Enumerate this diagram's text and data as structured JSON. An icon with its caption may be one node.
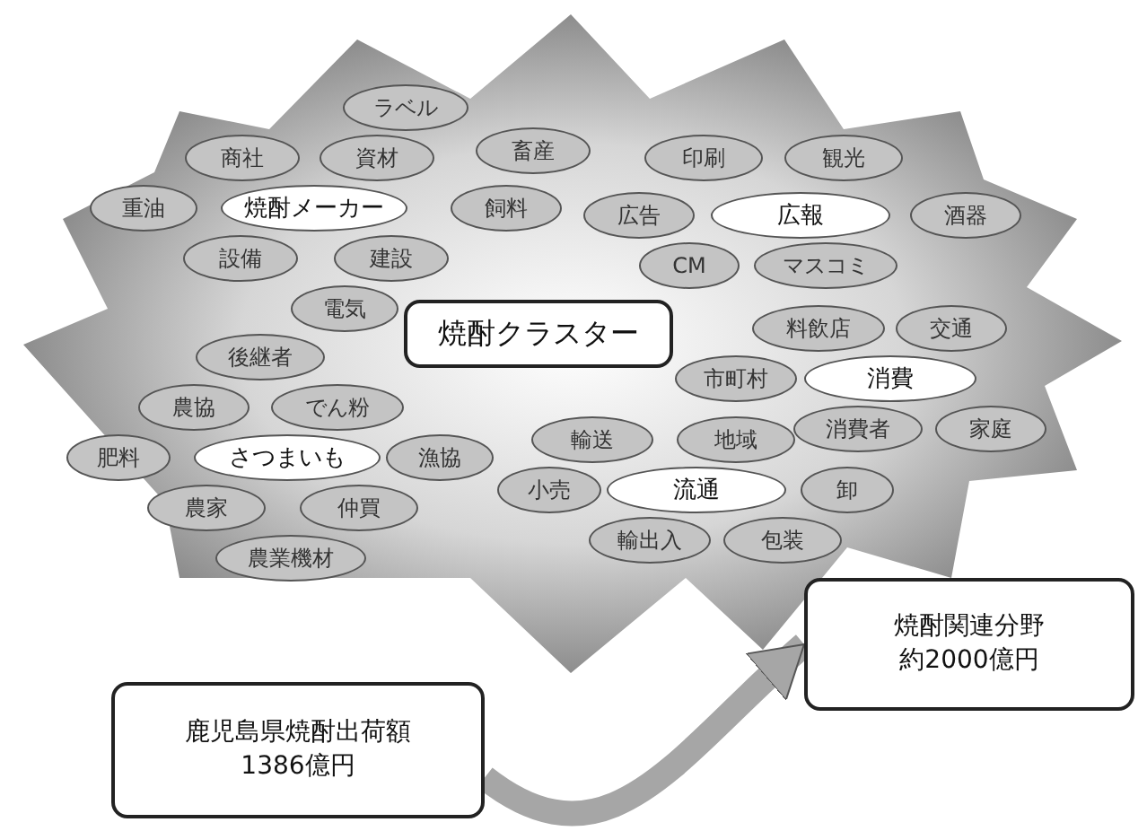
{
  "diagram": {
    "nodes": [
      {
        "text": [
          "ラベル"
        ]
      },
      {
        "text": [
          "商社"
        ]
      },
      {
        "text": [
          "資材"
        ]
      },
      {
        "text": [
          "畜産"
        ]
      },
      {
        "text": [
          "重油"
        ]
      },
      {
        "text": [
          "焼酎メーカー"
        ]
      },
      {
        "text": [
          "飼料"
        ]
      },
      {
        "text": [
          "設備"
        ]
      },
      {
        "text": [
          "建設"
        ]
      },
      {
        "text": [
          "電気"
        ]
      },
      {
        "text": [
          "後継者"
        ]
      },
      {
        "text": [
          "農協"
        ]
      },
      {
        "text": [
          "でん粉"
        ]
      },
      {
        "text": [
          "肥料"
        ]
      },
      {
        "text": [
          "さつまいも"
        ]
      },
      {
        "text": [
          "漁協"
        ]
      },
      {
        "text": [
          "農家"
        ]
      },
      {
        "text": [
          "仲買"
        ]
      },
      {
        "text": [
          "農業機材"
        ]
      },
      {
        "text": [
          "焼酎クラスター"
        ]
      },
      {
        "text": [
          "印刷"
        ]
      },
      {
        "text": [
          "観光"
        ]
      },
      {
        "text": [
          "広告"
        ]
      },
      {
        "text": [
          "広報"
        ]
      },
      {
        "text": [
          "酒器"
        ]
      },
      {
        "text": [
          "CM"
        ]
      },
      {
        "text": [
          "マスコミ"
        ]
      },
      {
        "text": [
          "料飲店"
        ]
      },
      {
        "text": [
          "交通"
        ]
      },
      {
        "text": [
          "市町村"
        ]
      },
      {
        "text": [
          "消費"
        ]
      },
      {
        "text": [
          "消費者"
        ]
      },
      {
        "text": [
          "家庭"
        ]
      },
      {
        "text": [
          "輸送"
        ]
      },
      {
        "text": [
          "地域"
        ]
      },
      {
        "text": [
          "小売"
        ]
      },
      {
        "text": [
          "流通"
        ]
      },
      {
        "text": [
          "卸"
        ]
      },
      {
        "text": [
          "輸出入"
        ]
      },
      {
        "text": [
          "包装"
        ]
      },
      {
        "text": [
          "焼酎関連分野",
          "約2000億円"
        ]
      },
      {
        "text": [
          "鹿児島県焼酎出荷額",
          "1386億円"
        ]
      }
    ],
    "edges": [
      {
        "from": 41,
        "to": 40,
        "arrow": "to"
      }
    ]
  }
}
